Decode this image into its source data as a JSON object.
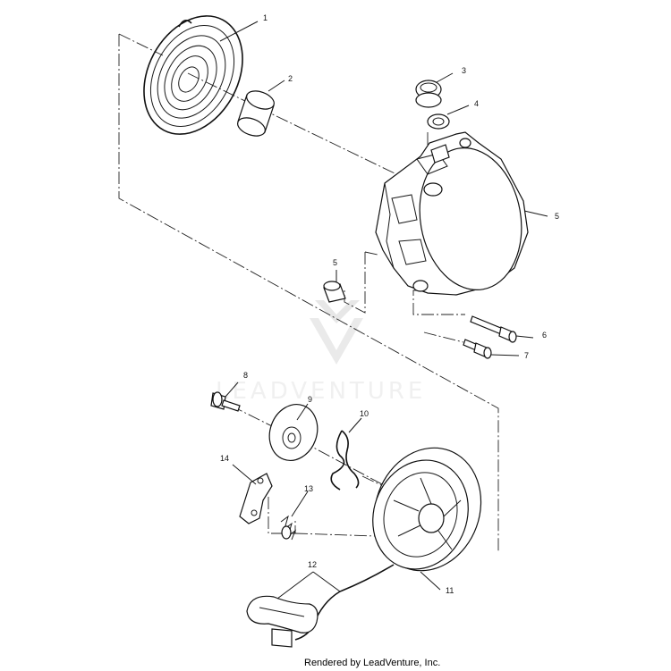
{
  "callouts": [
    {
      "id": "1",
      "label": "1"
    },
    {
      "id": "2",
      "label": "2"
    },
    {
      "id": "3",
      "label": "3"
    },
    {
      "id": "4",
      "label": "4"
    },
    {
      "id": "5a",
      "label": "5"
    },
    {
      "id": "5b",
      "label": "5"
    },
    {
      "id": "6",
      "label": "6"
    },
    {
      "id": "7",
      "label": "7"
    },
    {
      "id": "8",
      "label": "8"
    },
    {
      "id": "9",
      "label": "9"
    },
    {
      "id": "10",
      "label": "10"
    },
    {
      "id": "11",
      "label": "11"
    },
    {
      "id": "12",
      "label": "12"
    },
    {
      "id": "13",
      "label": "13"
    },
    {
      "id": "14",
      "label": "14"
    }
  ],
  "watermark": "LEADVENTURE",
  "credit": "Rendered by LeadVenture, Inc.",
  "colors": {
    "line": "#111111",
    "background": "#ffffff",
    "watermark": "#c9c9c9"
  }
}
